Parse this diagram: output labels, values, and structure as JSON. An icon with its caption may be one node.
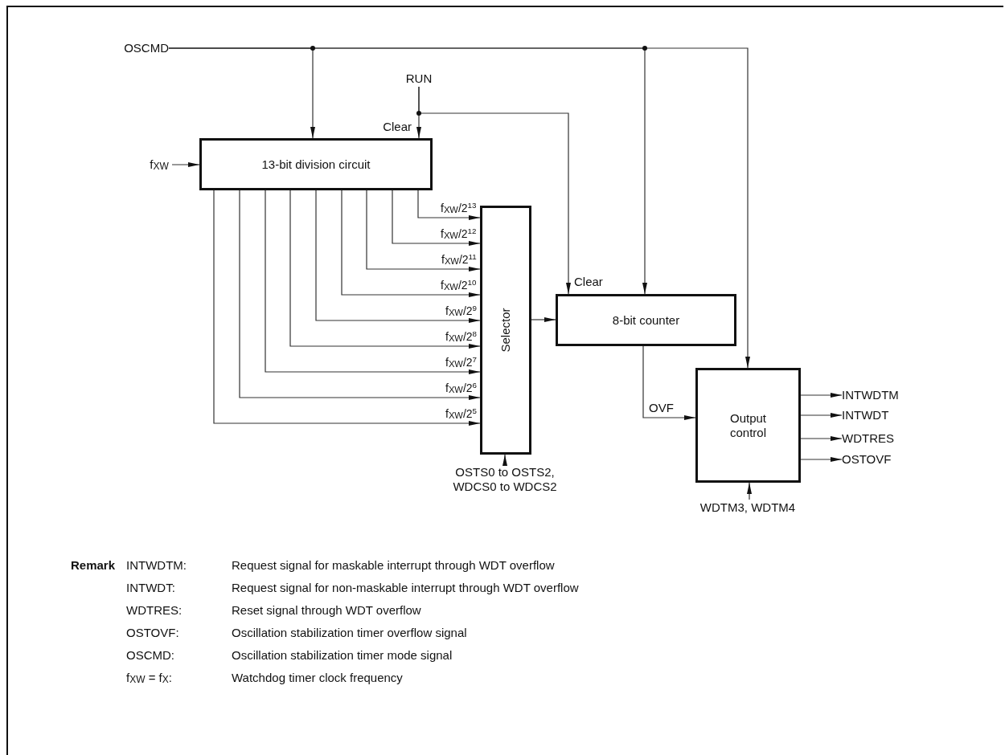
{
  "diagram": {
    "nodes": [
      {
        "text": [
          "OSCMD"
        ]
      },
      {
        "text": [
          "RUN"
        ]
      },
      {
        "text": [
          "f$_{XW}$"
        ]
      },
      {
        "text": [
          "13-bit division circuit"
        ],
        "beside": [
          "Clear"
        ]
      },
      {
        "text": [
          "Selector"
        ]
      },
      {
        "text": [
          "8-bit counter"
        ],
        "beside": [
          "Clear"
        ]
      },
      {
        "text": [
          "Output control"
        ]
      },
      {
        "text": [
          "INTWDTM"
        ]
      },
      {
        "text": [
          "INTWDT"
        ]
      },
      {
        "text": [
          "WDTRES"
        ]
      },
      {
        "text": [
          "OSTOVF"
        ]
      },
      {
        "text": [
          "OSTS0 to OSTS2, WDCS0 to WDCS2"
        ]
      },
      {
        "text": [
          "WDTM3, WDTM4"
        ]
      }
    ],
    "edges": [
      {
        "from": 0,
        "to": 3,
        "arrow": "to"
      },
      {
        "from": 0,
        "to": 5,
        "arrow": "to"
      },
      {
        "from": 0,
        "to": 6,
        "arrow": "to"
      },
      {
        "from": 1,
        "to": 3,
        "arrow": "to"
      },
      {
        "from": 1,
        "to": 5,
        "arrow": "to"
      },
      {
        "from": 2,
        "to": 3,
        "arrow": "to"
      },
      {
        "from": 3,
        "to": 4,
        "arrow": "to",
        "label": "f$_{XW}$/2$^{13}$"
      },
      {
        "from": 3,
        "to": 4,
        "arrow": "to",
        "label": "f$_{XW}$/2$^{12}$"
      },
      {
        "from": 3,
        "to": 4,
        "arrow": "to",
        "label": "f$_{XW}$/2$^{11}$"
      },
      {
        "from": 3,
        "to": 4,
        "arrow": "to",
        "label": "f$_{XW}$/2$^{10}$"
      },
      {
        "from": 3,
        "to": 4,
        "arrow": "to",
        "label": "f$_{XW}$/2$^{9}$"
      },
      {
        "from": 3,
        "to": 4,
        "arrow": "to",
        "label": "f$_{XW}$/2$^{8}$"
      },
      {
        "from": 3,
        "to": 4,
        "arrow": "to",
        "label": "f$_{XW}$/2$^{7}$"
      },
      {
        "from": 3,
        "to": 4,
        "arrow": "to",
        "label": "f$_{XW}$/2$^{6}$"
      },
      {
        "from": 3,
        "to": 4,
        "arrow": "to",
        "label": "f$_{XW}$/2$^{5}$"
      },
      {
        "from": 4,
        "to": 5,
        "arrow": "to"
      },
      {
        "from": 5,
        "to": 6,
        "arrow": "to",
        "label": "OVF"
      },
      {
        "from": 6,
        "to": 7,
        "arrow": "to"
      },
      {
        "from": 6,
        "to": 8,
        "arrow": "to"
      },
      {
        "from": 6,
        "to": 9,
        "arrow": "to"
      },
      {
        "from": 6,
        "to": 10,
        "arrow": "to"
      },
      {
        "from": 11,
        "to": 4,
        "arrow": "to"
      },
      {
        "from": 12,
        "to": 6,
        "arrow": "to"
      }
    ],
    "labels": [
      "Remark",
      "INTWDTM:",
      "Request signal for maskable interrupt through WDT overflow",
      "INTWDT:",
      "Request signal for non-maskable interrupt through WDT overflow",
      "WDTRES:",
      "Reset signal through WDT overflow",
      "OSTOVF:",
      "Oscillation stabilization timer overflow signal",
      "OSCMD:",
      "Oscillation stabilization timer mode signal",
      "f$_{XW}$ = f$_{X}$:",
      "Watchdog timer clock frequency"
    ]
  }
}
